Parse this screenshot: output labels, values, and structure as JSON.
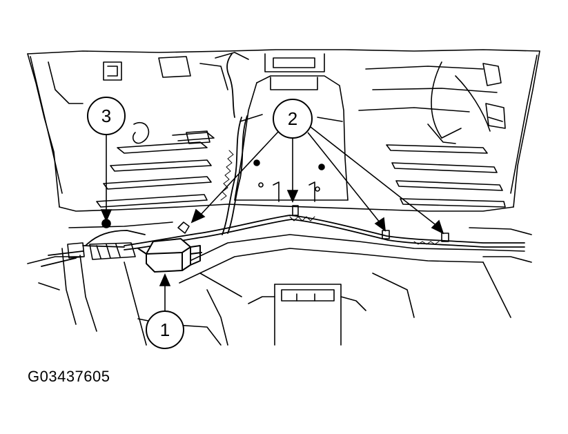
{
  "callouts": [
    {
      "id": "callout-1",
      "label": "1"
    },
    {
      "id": "callout-2",
      "label": "2"
    },
    {
      "id": "callout-3",
      "label": "3"
    }
  ],
  "figure_id": "G03437605",
  "colors": {
    "line": "#000000",
    "background": "#ffffff"
  }
}
